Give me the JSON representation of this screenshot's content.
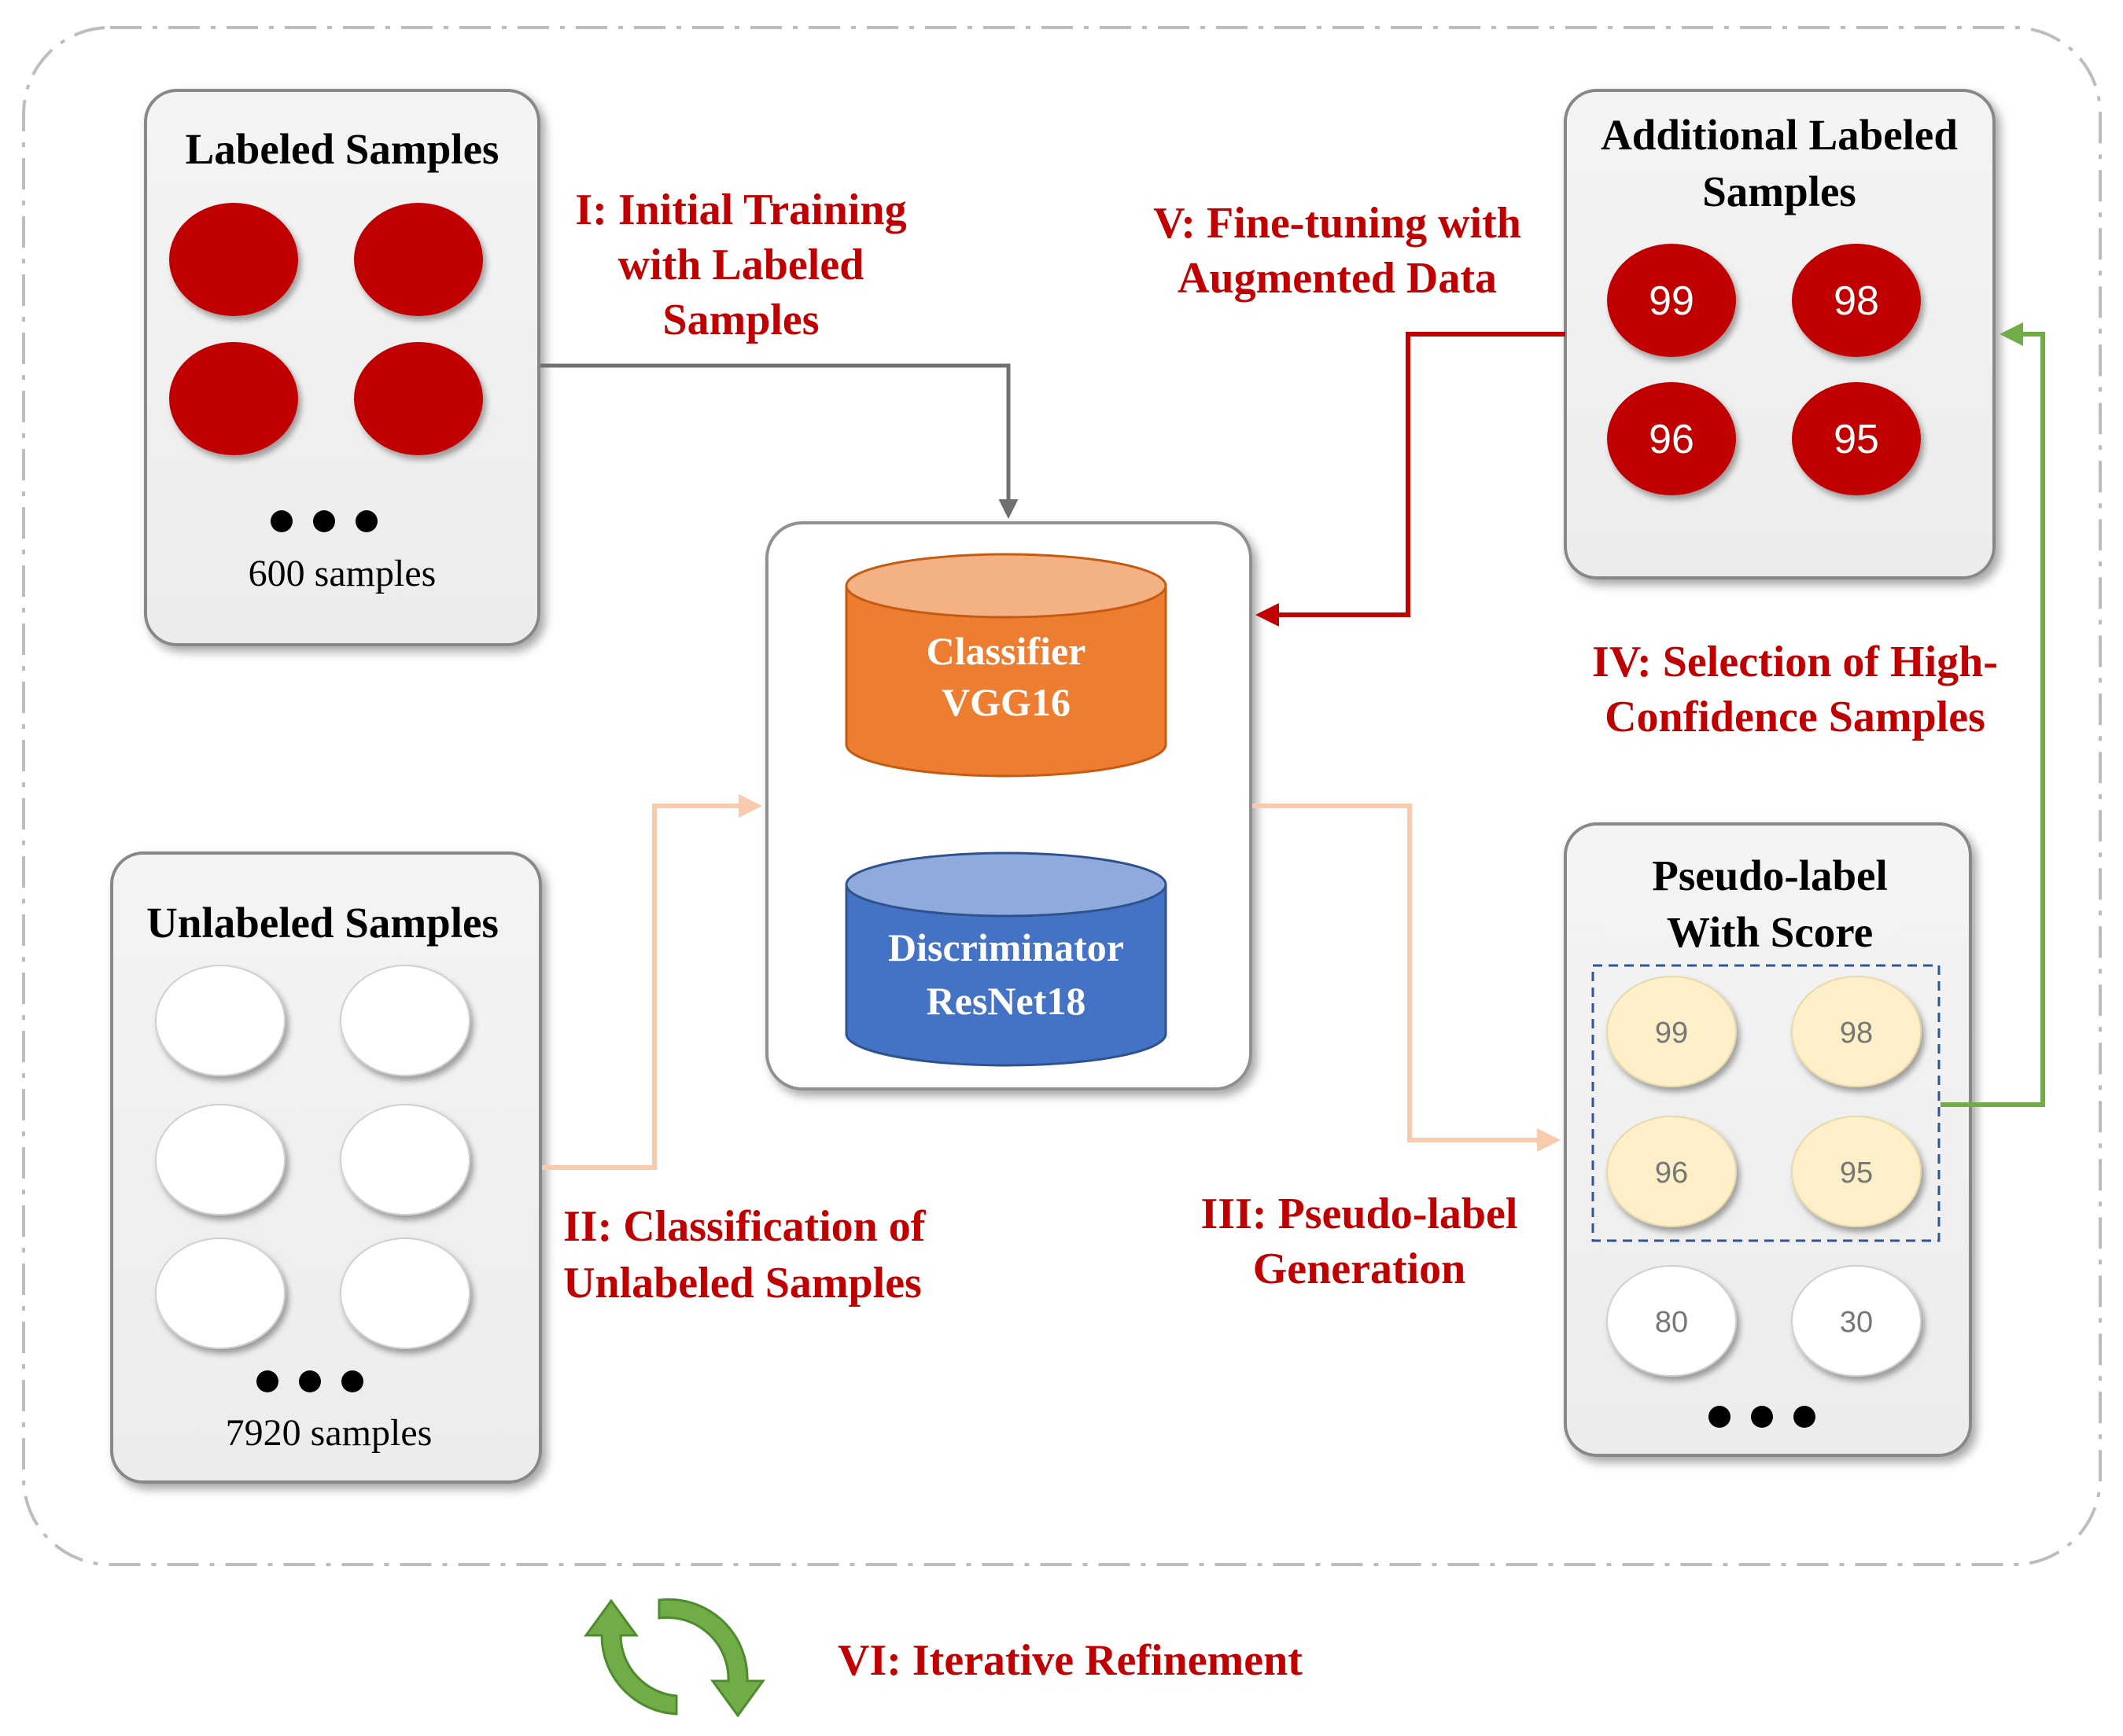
{
  "colors": {
    "label_red": "#C00000",
    "sample_red": "#C00000",
    "classifier_orange": "#ED7D31",
    "discriminator_blue": "#4472C4",
    "pseudo_yellow": "#FDF0C8",
    "arrow_gray": "#707070",
    "arrow_peach": "#F8CBAD",
    "arrow_green": "#70AD47"
  },
  "boxes": {
    "labeled": {
      "title": "Labeled Samples",
      "count": "600 samples"
    },
    "unlabeled": {
      "title": "Unlabeled Samples",
      "count": "7920 samples"
    },
    "additional": {
      "title_line1": "Additional Labeled",
      "title_line2": "Samples",
      "scores": [
        "99",
        "98",
        "96",
        "95"
      ]
    },
    "pseudo": {
      "title_line1": "Pseudo-label",
      "title_line2": "With Score",
      "high_scores": [
        "99",
        "98",
        "96",
        "95"
      ],
      "low_scores": [
        "80",
        "30"
      ]
    }
  },
  "models": {
    "classifier": {
      "line1": "Classifier",
      "line2": "VGG16"
    },
    "discriminator": {
      "line1": "Discriminator",
      "line2": "ResNet18"
    }
  },
  "steps": {
    "s1": [
      "I: Initial Training",
      "with Labeled",
      "Samples"
    ],
    "s2": [
      "II: Classification of",
      "Unlabeled Samples"
    ],
    "s3": [
      "III: Pseudo-label",
      "Generation"
    ],
    "s4": [
      "IV: Selection of High-",
      "Confidence Samples"
    ],
    "s5": [
      "V: Fine-tuning with",
      "Augmented Data"
    ],
    "s6": "VI: Iterative Refinement"
  },
  "icons": {
    "cycle": "recycle-arrows-icon",
    "ellipsis": "ellipsis-dots-icon"
  }
}
